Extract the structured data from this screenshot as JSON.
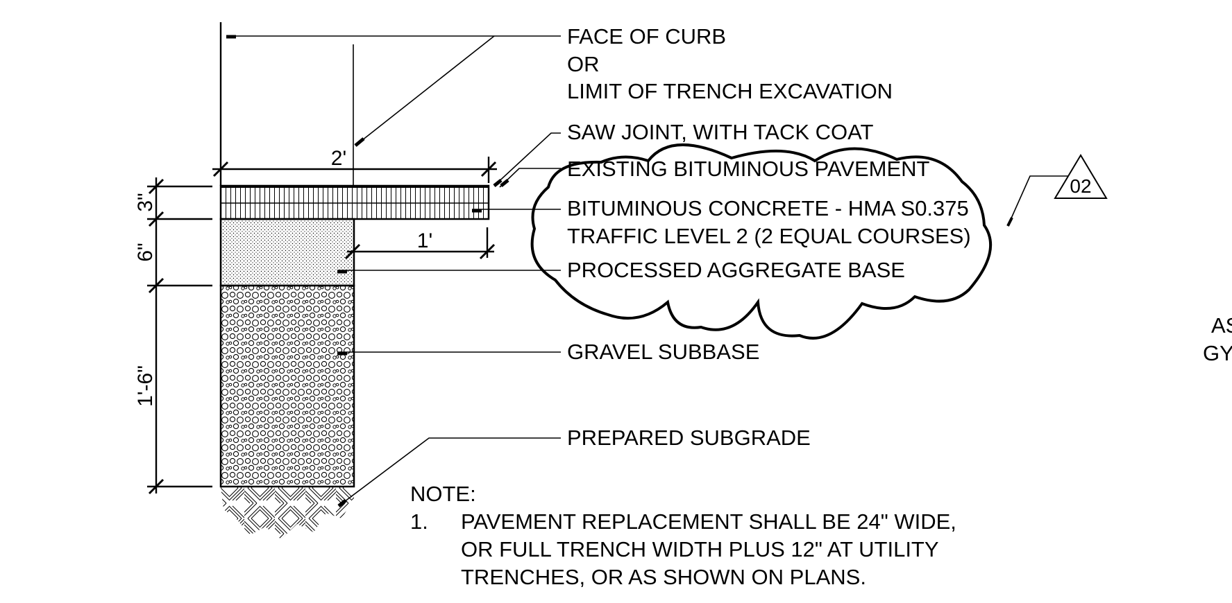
{
  "colors": {
    "line": "#000000",
    "background": "#ffffff"
  },
  "labels": {
    "face_of_curb": "FACE OF CURB",
    "or": "OR",
    "limit_trench": "LIMIT OF TRENCH EXCAVATION",
    "saw_joint": "SAW JOINT, WITH TACK COAT",
    "existing_pavement": "EXISTING BITUMINOUS PAVEMENT",
    "bituminous_concrete": "BITUMINOUS CONCRETE - HMA S0.375",
    "traffic_level": "TRAFFIC LEVEL 2 (2 EQUAL COURSES)",
    "aggregate_base": "PROCESSED AGGREGATE BASE",
    "gravel_subbase": "GRAVEL SUBBASE",
    "prepared_subgrade": "PREPARED SUBGRADE"
  },
  "dimensions": {
    "width_total": "2'",
    "width_offset": "1'",
    "depth_pavement": "3\"",
    "depth_base": "6\"",
    "depth_subbase": "1'-6\""
  },
  "revision": {
    "tag": "02"
  },
  "note": {
    "heading": "NOTE:",
    "item_number": "1.",
    "lines": [
      "PAVEMENT REPLACEMENT SHALL BE 24\" WIDE,",
      "OR FULL TRENCH WIDTH PLUS 12\" AT UTILITY",
      "TRENCHES, OR AS SHOWN ON PLANS."
    ]
  },
  "cropped_edge_text": [
    "AS",
    "GY"
  ]
}
